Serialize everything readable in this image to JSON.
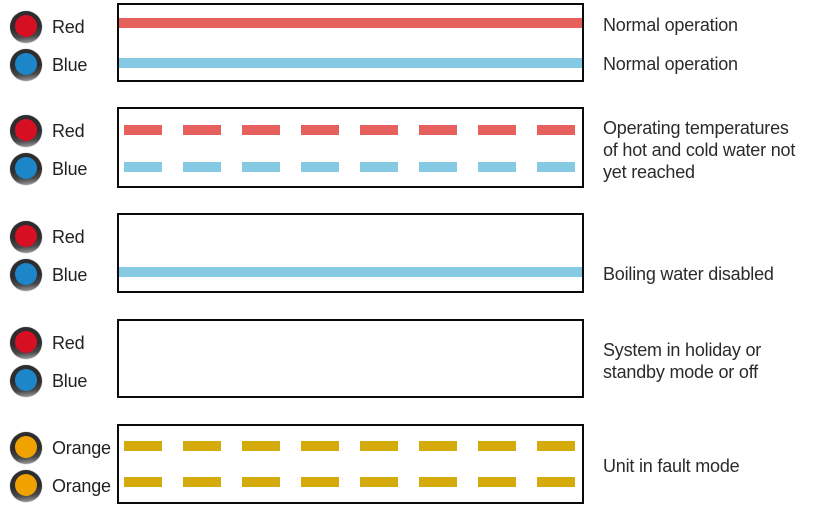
{
  "figure": {
    "name": "LED status legend",
    "background": "#ffffff",
    "box_border_color": "#0a0a0a",
    "text_color": "#2b2b2b"
  },
  "colors": {
    "red_line": "#e6615e",
    "blue_line": "#85c9e3",
    "orange_line": "#d5ab0c",
    "led_red": "#d60f23",
    "led_blue": "#1d86c8",
    "led_orange": "#f0a300"
  },
  "rows": [
    {
      "leds": [
        {
          "label": "Red",
          "color": "#d60f23"
        },
        {
          "label": "Blue",
          "color": "#1d86c8"
        }
      ],
      "lines": [
        {
          "style": "solid",
          "color": "#e6615e"
        },
        {
          "style": "solid",
          "color": "#85c9e3"
        }
      ],
      "descriptions": [
        "Normal operation",
        "Normal operation"
      ]
    },
    {
      "leds": [
        {
          "label": "Red",
          "color": "#d60f23"
        },
        {
          "label": "Blue",
          "color": "#1d86c8"
        }
      ],
      "lines": [
        {
          "style": "dashed",
          "color": "#e6615e"
        },
        {
          "style": "dashed",
          "color": "#85c9e3"
        }
      ],
      "descriptions": [
        "Operating temperatures",
        "of hot and cold water not",
        "yet reached"
      ]
    },
    {
      "leds": [
        {
          "label": "Red",
          "color": "#d60f23"
        },
        {
          "label": "Blue",
          "color": "#1d86c8"
        }
      ],
      "lines": [
        {
          "style": "solid",
          "color": "#85c9e3"
        }
      ],
      "descriptions": [
        "Boiling water disabled"
      ]
    },
    {
      "leds": [
        {
          "label": "Red",
          "color": "#d60f23"
        },
        {
          "label": "Blue",
          "color": "#1d86c8"
        }
      ],
      "lines": [],
      "descriptions": [
        "System in holiday or",
        "standby mode or off"
      ]
    },
    {
      "leds": [
        {
          "label": "Orange",
          "color": "#f0a300"
        },
        {
          "label": "Orange",
          "color": "#f0a300"
        }
      ],
      "lines": [
        {
          "style": "dashed",
          "color": "#d5ab0c"
        },
        {
          "style": "dashed",
          "color": "#d5ab0c"
        }
      ],
      "descriptions": [
        "Unit in fault mode"
      ]
    }
  ]
}
